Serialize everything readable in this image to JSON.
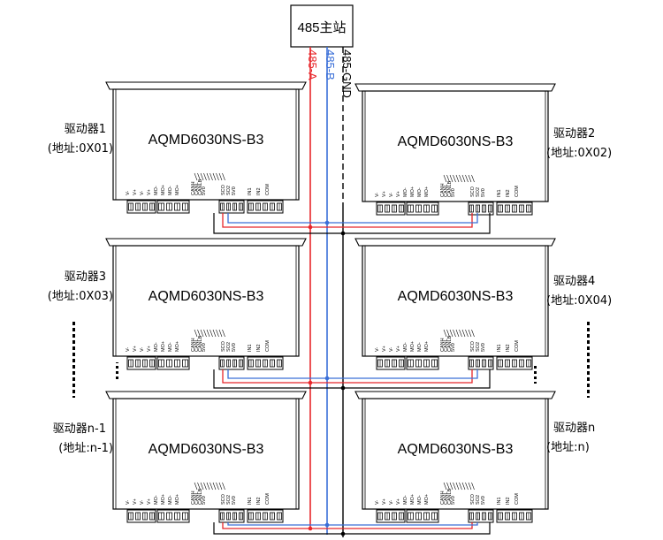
{
  "master": {
    "label": "485主站"
  },
  "bus_labels": {
    "a": "485-A",
    "b": "485-B",
    "gnd": "485-GND"
  },
  "colors": {
    "a": "#e8262a",
    "b": "#3a6fd8",
    "gnd": "#000000"
  },
  "drivers": [
    {
      "model": "AQMD6030NS-B3",
      "name": "驱动器1",
      "addr": "(地址:0X01)"
    },
    {
      "model": "AQMD6030NS-B3",
      "name": "驱动器2",
      "addr": "(地址:0X02)"
    },
    {
      "model": "AQMD6030NS-B3",
      "name": "驱动器3",
      "addr": "(地址:0X03)"
    },
    {
      "model": "AQMD6030NS-B3",
      "name": "驱动器4",
      "addr": "(地址:0X04)"
    },
    {
      "model": "AQMD6030NS-B3",
      "name": "驱动器n-1",
      "addr": "(地址:n-1)"
    },
    {
      "model": "AQMD6030NS-B3",
      "name": "驱动器n",
      "addr": "(地址:n)"
    }
  ],
  "pins": [
    "V-",
    "V+",
    "V-",
    "V+",
    "MO-",
    "MO+",
    "MO-",
    "MO+",
    "CANH",
    "CANL",
    "CANLB",
    "5V0",
    "SCO",
    "SO2",
    "5V0",
    "IN1",
    "IN2",
    "COM"
  ]
}
